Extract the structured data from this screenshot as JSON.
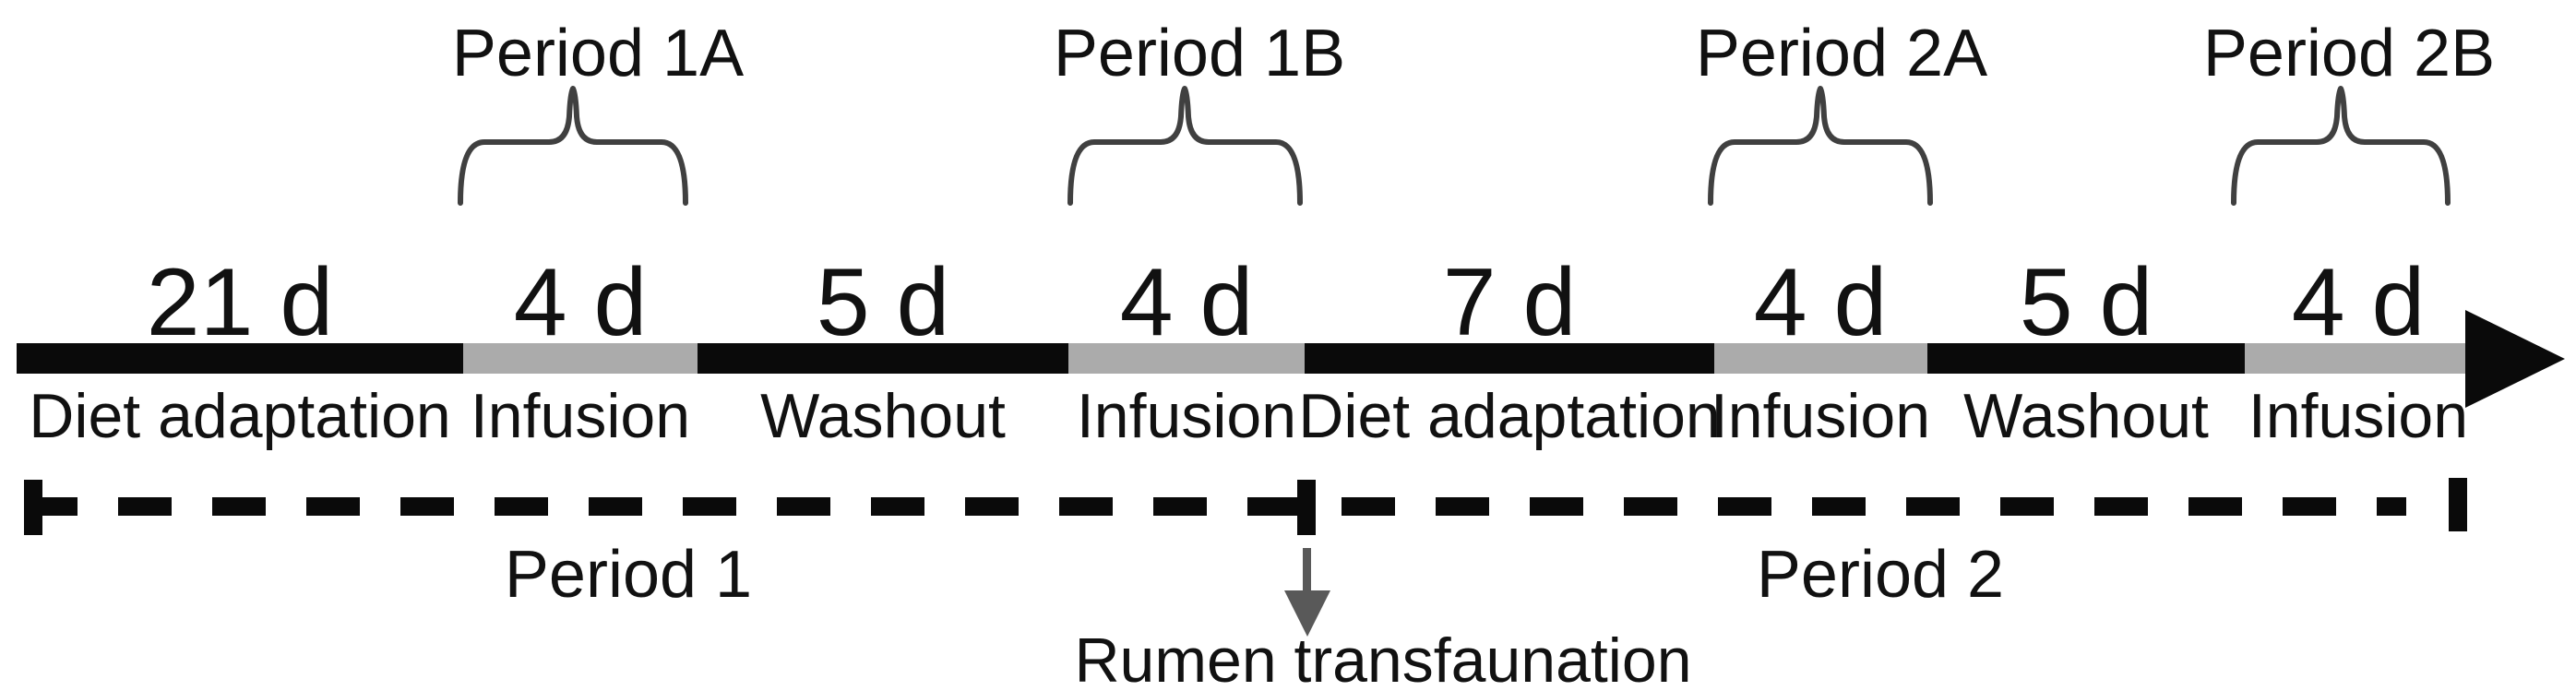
{
  "diagram": {
    "sub_period_braces": [
      {
        "label": "Period 1A"
      },
      {
        "label": "Period 1B"
      },
      {
        "label": "Period 2A"
      },
      {
        "label": "Period 2B"
      }
    ],
    "segments": [
      {
        "duration": "21 d",
        "phase": "Diet adaptation",
        "color": "black"
      },
      {
        "duration": "4 d",
        "phase": "Infusion",
        "color": "gray"
      },
      {
        "duration": "5 d",
        "phase": "Washout",
        "color": "black"
      },
      {
        "duration": "4 d",
        "phase": "Infusion",
        "color": "gray"
      },
      {
        "duration": "7 d",
        "phase": "Diet adaptation",
        "color": "black"
      },
      {
        "duration": "4 d",
        "phase": "Infusion",
        "color": "gray"
      },
      {
        "duration": "5 d",
        "phase": "Washout",
        "color": "black"
      },
      {
        "duration": "4 d",
        "phase": "Infusion",
        "color": "gray"
      }
    ],
    "periods": [
      {
        "label": "Period 1"
      },
      {
        "label": "Period 2"
      }
    ],
    "event": {
      "label": "Rumen transfaunation"
    },
    "colors": {
      "segment_black": "#0a0a0a",
      "segment_gray": "#ababab",
      "event_arrow_gray": "#595959",
      "brace_stroke": "#404040",
      "text": "#111111"
    }
  }
}
